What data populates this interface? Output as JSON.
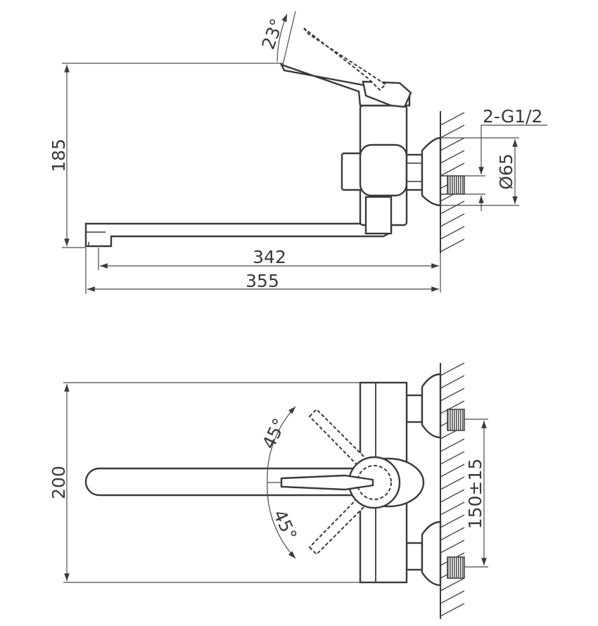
{
  "colors": {
    "line": "#3a3a3a",
    "background": "#ffffff",
    "thread": "#555555"
  },
  "side_view": {
    "angle_label": "23°",
    "height_label": "185",
    "thread_label": "2-G1/2",
    "diameter_label": "Ø65",
    "spout_reach_label": "342",
    "total_length_label": "355"
  },
  "top_view": {
    "width_label": "200",
    "angle_up_label": "45°",
    "angle_down_label": "45°",
    "center_distance_label": "150±15"
  }
}
